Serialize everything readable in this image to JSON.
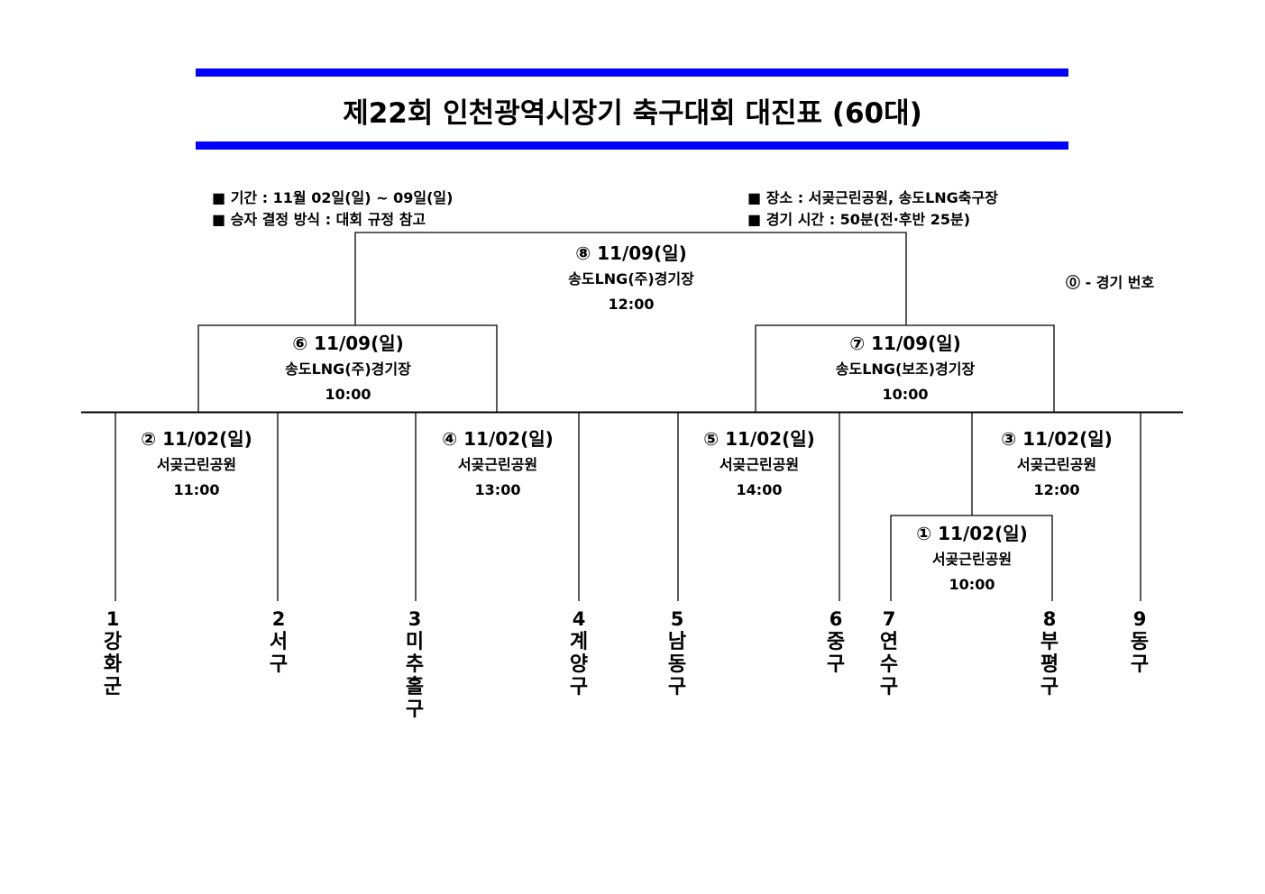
{
  "title": "제22회 인천광역시장기 축구대회 대진표 (60대)",
  "info": {
    "period": "■ 기간 : 11월 02일(일) ~ 09일(일)",
    "decision": "■ 승자 결정 방식 : 대회 규정 참고",
    "venue": "■ 장소 : 서곶근린공원, 송도LNG축구장",
    "duration": "■ 경기 시간 : 50분(전·후반 25분)"
  },
  "legend": "⓪ - 경기 번호",
  "matches": {
    "m8": {
      "date": "⑧ 11/09(일)",
      "venue": "송도LNG(주)경기장",
      "time": "12:00"
    },
    "m6": {
      "date": "⑥ 11/09(일)",
      "venue": "송도LNG(주)경기장",
      "time": "10:00"
    },
    "m7": {
      "date": "⑦ 11/09(일)",
      "venue": "송도LNG(보조)경기장",
      "time": "10:00"
    },
    "m2": {
      "date": "② 11/02(일)",
      "venue": "서곶근린공원",
      "time": "11:00"
    },
    "m4": {
      "date": "④ 11/02(일)",
      "venue": "서곶근린공원",
      "time": "13:00"
    },
    "m5": {
      "date": "⑤ 11/02(일)",
      "venue": "서곶근린공원",
      "time": "14:00"
    },
    "m3": {
      "date": "③ 11/02(일)",
      "venue": "서곶근린공원",
      "time": "12:00"
    },
    "m1": {
      "date": "① 11/02(일)",
      "venue": "서곶근린공원",
      "time": "10:00"
    }
  },
  "teams": [
    {
      "num": "1",
      "name": "강화군"
    },
    {
      "num": "2",
      "name": "서구"
    },
    {
      "num": "3",
      "name": "미추홀구"
    },
    {
      "num": "4",
      "name": "계양구"
    },
    {
      "num": "5",
      "name": "남동구"
    },
    {
      "num": "6",
      "name": "중구"
    },
    {
      "num": "7",
      "name": "연수구"
    },
    {
      "num": "8",
      "name": "부평구"
    },
    {
      "num": "9",
      "name": "동구"
    }
  ],
  "colors": {
    "accent": "#0000ff"
  }
}
